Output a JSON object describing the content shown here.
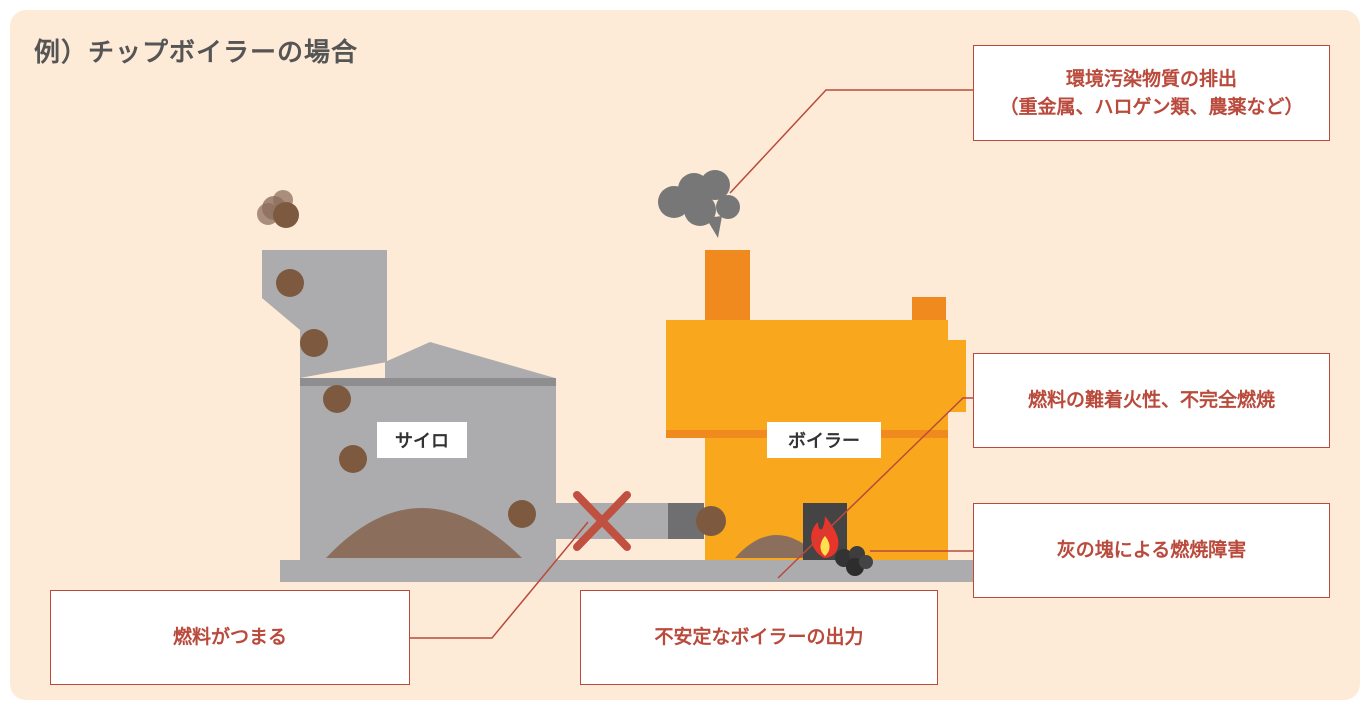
{
  "title": "例）チップボイラーの場合",
  "labels": {
    "silo": "サイロ",
    "boiler": "ボイラー"
  },
  "callouts": {
    "emissions_line1": "環境汚染物質の排出",
    "emissions_line2": "（重金属、ハロゲン類、農薬など）",
    "ignition": "燃料の難着火性、不完全燃焼",
    "ash": "灰の塊による燃焼障害",
    "output": "不安定なボイラーの出力",
    "clog": "燃料がつまる"
  },
  "colors": {
    "background": "#fdebd8",
    "accent": "#b94a3c",
    "silo_gray": "#acacae",
    "boiler_orange": "#f9a71c",
    "boiler_dark_orange": "#f08a1e",
    "chip_brown": "#7d5a3f",
    "smoke_gray": "#777777"
  },
  "icons": [
    "flame-icon",
    "smoke-cloud-icon",
    "blocked-x-icon"
  ]
}
